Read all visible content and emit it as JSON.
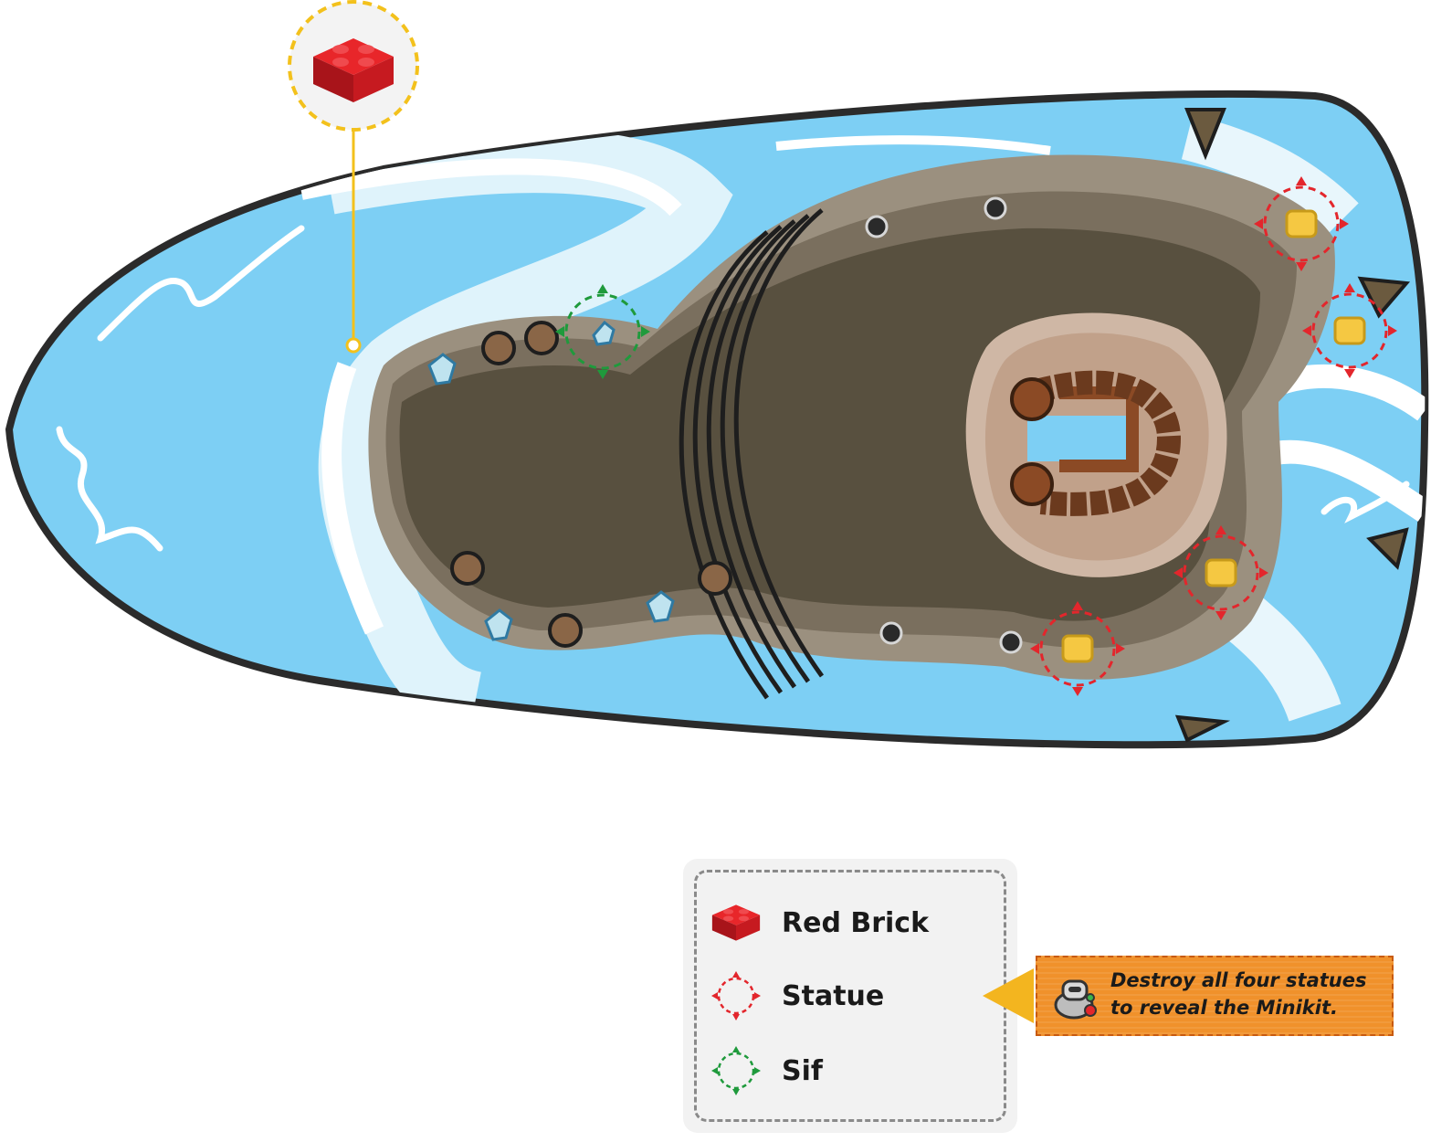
{
  "map": {
    "icons": {
      "red_brick": "red-lego-brick-icon",
      "statue_marker": "red-dashed-target-icon",
      "sif_marker": "green-dashed-target-icon",
      "statue": "gold-statue-icon",
      "boulder": "boulder-icon",
      "ice_crystal": "ice-crystal-icon",
      "stud_pickup": "stud-icon"
    },
    "colors": {
      "water": "#7dcff4",
      "rock": "#58503f",
      "statue_marker": "#e3262c",
      "sif_marker": "#1f9a3c",
      "red_brick_callout": "#f3c11c"
    }
  },
  "legend": {
    "items": [
      {
        "label": "Red Brick",
        "icon": "red-brick-icon"
      },
      {
        "label": "Statue",
        "icon": "statue-marker-icon"
      },
      {
        "label": "Sif",
        "icon": "sif-marker-icon"
      }
    ]
  },
  "tip": {
    "text": "Destroy all four statues to reveal the Minikit.",
    "icon": "minikit-robot-icon"
  }
}
